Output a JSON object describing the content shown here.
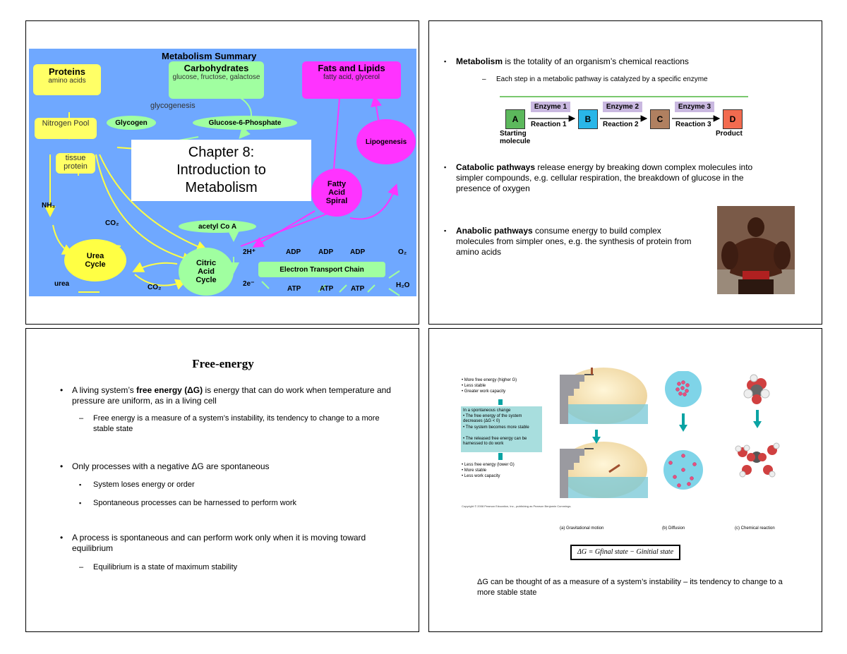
{
  "slide1": {
    "diagram_title": "Metabolism Summary",
    "proteins_title": "Proteins",
    "proteins_sub": "amino acids",
    "carbs_title": "Carbohydrates",
    "carbs_sub": "glucose, fructose, galactose",
    "fats_title": "Fats and Lipids",
    "fats_sub": "fatty acid, glycerol",
    "glycogenesis": "glycogenesis",
    "glycogen": "Glycogen",
    "g6p": "Glucose-6-Phosphate",
    "nitrogen_pool": "Nitrogen Pool",
    "tissue_protein": "tissue protein",
    "lipogenesis": "Lipogenesis",
    "fatty_acid_spiral": "Fatty Acid Spiral",
    "nh3": "NH₃",
    "co2_top": "CO₂",
    "acetyl": "acetyl Co A",
    "urea_cycle": "Urea Cycle",
    "urea": "urea",
    "citric": "Citric Acid Cycle",
    "co2_bottom": "CO₂",
    "h2plus": "2H⁺",
    "e2minus": "2e⁻",
    "adp1": "ADP",
    "adp2": "ADP",
    "adp3": "ADP",
    "atp1": "ATP",
    "atp2": "ATP",
    "atp3": "ATP",
    "o2": "O₂",
    "h2o": "H₂O",
    "etc": "Electron Transport Chain",
    "chapter_line1": "Chapter 8:",
    "chapter_line2": "Introduction to",
    "chapter_line3": "Metabolism"
  },
  "slide2": {
    "b1_bold": "Metabolism",
    "b1_rest": " is the totality of an organism’s chemical reactions",
    "b1_sub": "Each step in a metabolic pathway is catalyzed by a specific enzyme",
    "pathway": {
      "a": "A",
      "b": "B",
      "c": "C",
      "d": "D",
      "enzyme1": "Enzyme 1",
      "enzyme2": "Enzyme 2",
      "enzyme3": "Enzyme 3",
      "reaction1": "Reaction 1",
      "reaction2": "Reaction 2",
      "reaction3": "Reaction 3",
      "starting": "Starting molecule",
      "product": "Product",
      "colors": {
        "a": "#5cb85c",
        "b": "#29b6e8",
        "c": "#b08060",
        "d": "#f26b4f",
        "enzyme": "#c9b8e0"
      }
    },
    "b2_bold": "Catabolic pathways",
    "b2_rest": " release energy by breaking down complex molecules into simpler compounds, e.g. cellular respiration, the breakdown of glucose in the presence of oxygen",
    "b3_bold": "Anabolic pathways",
    "b3_rest": " consume energy to build complex molecules from simpler ones, e.g. the synthesis of protein from amino acids"
  },
  "slide3": {
    "title": "Free-energy",
    "b1_pre": "A living system’s ",
    "b1_bold": "free energy (ΔG)",
    "b1_rest": " is energy that can do work when temperature and pressure are uniform, as in a living cell",
    "b1_sub": "Free energy is a measure of a system’s instability, its tendency to change to a more stable state",
    "b2": "Only processes with a negative ΔG are spontaneous",
    "b2_sub1": "System loses energy or order",
    "b2_sub2": "Spontaneous processes can be harnessed to perform work",
    "b3": "A process is spontaneous and can perform work only when it is moving toward equilibrium",
    "b3_sub": "Equilibrium is a state of maximum stability"
  },
  "slide4": {
    "top_list": [
      "• More free energy (higher G)",
      "• Less stable",
      "• Greater work capacity"
    ],
    "box_title": "In a spontaneous change",
    "box_list": [
      "• The free energy of the system decreases (ΔG < 0)",
      "• The system becomes more stable",
      "• The released free energy can be harnessed to do work"
    ],
    "bottom_list": [
      "• Less free energy (lower G)",
      "• More stable",
      "• Less work capacity"
    ],
    "copyright": "Copyright © 2008 Pearson Education, Inc., publishing as Pearson Benjamin Cummings.",
    "cap_a": "(a) Gravitational motion",
    "cap_b": "(b) Diffusion",
    "cap_c": "(c) Chemical reaction",
    "equation": "ΔG = Gfinal state − Ginitial state",
    "bottom_text": "ΔG can be thought of as a measure of a system’s instability – its tendency to change to a more stable state",
    "colors": {
      "teal": "#0aa3a3",
      "box": "#a8dede"
    }
  }
}
